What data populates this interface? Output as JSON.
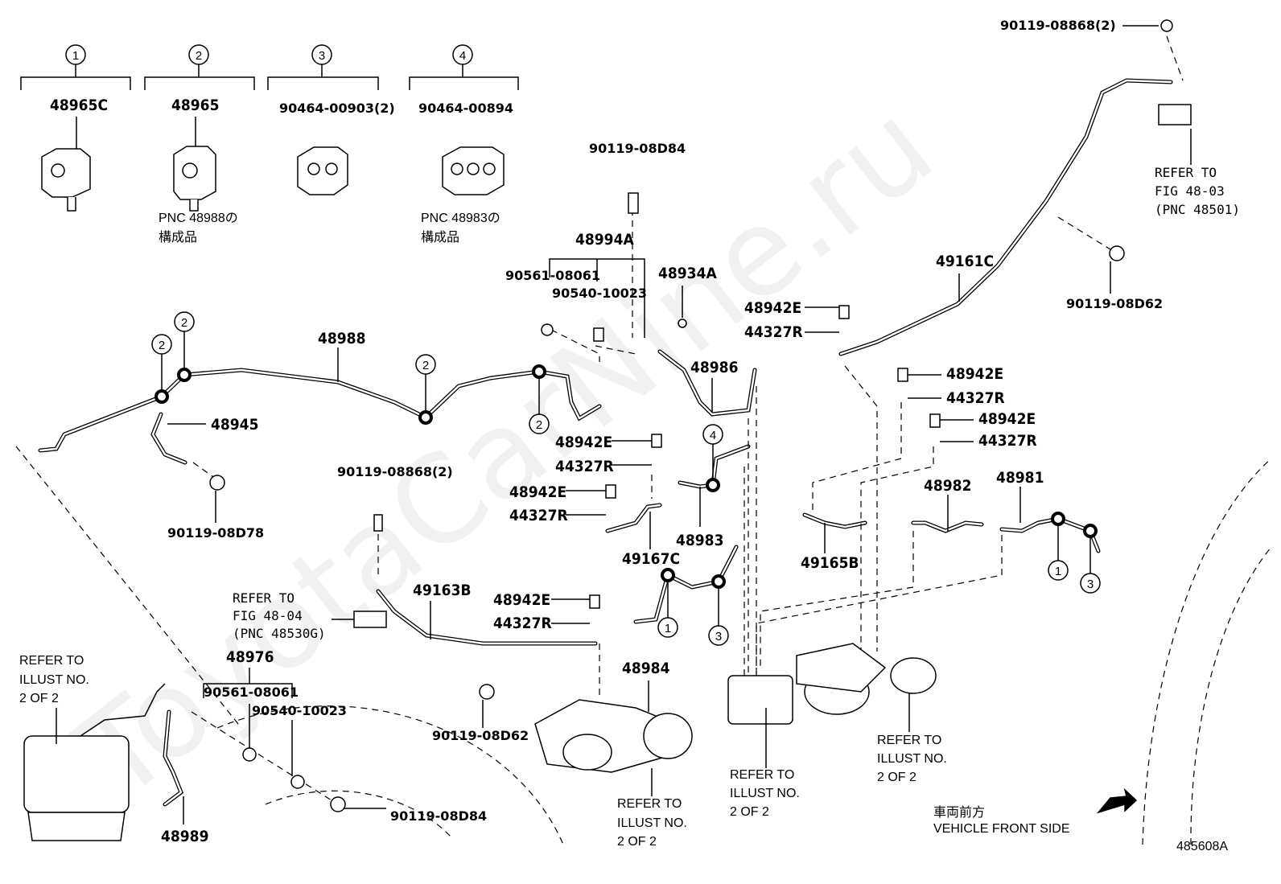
{
  "watermark": "ToyotaCarNine.ru",
  "header_callouts": [
    "1",
    "2",
    "3",
    "4"
  ],
  "header_parts": [
    "48965C",
    "48965",
    "90464-00903(2)",
    "90464-00894"
  ],
  "header_notes": [
    "PNC 48988の",
    "構成品",
    "PNC 48983の",
    "構成品"
  ],
  "callouts": [
    "2",
    "2",
    "2",
    "2",
    "4",
    "1",
    "3",
    "1",
    "3"
  ],
  "labels": {
    "p_90119_08868_top": "90119-08868(2)",
    "refer_fig_48_03": [
      "REFER TO",
      "FIG 48-03",
      "(PNC 48501)"
    ],
    "p_90119_08D84_top": "90119-08D84",
    "p_48994A": "48994A",
    "p_90561_08061_top": "90561-08061",
    "p_90540_10023_top": "90540-10023",
    "p_48934A": "48934A",
    "p_48942E_a": "48942E",
    "p_44327R_a": "44327R",
    "p_49161C": "49161C",
    "p_90119_08D62_right": "90119-08D62",
    "p_48988": "48988",
    "p_48986": "48986",
    "p_48942E_b": "48942E",
    "p_44327R_b": "44327R",
    "p_48942E_c": "48942E",
    "p_44327R_c": "44327R",
    "p_48945": "48945",
    "p_48942E_d": "48942E",
    "p_44327R_d": "44327R",
    "p_48942E_e": "48942E",
    "p_44327R_e": "44327R",
    "p_48982": "48982",
    "p_48981": "48981",
    "p_90119_08868_mid": "90119-08868(2)",
    "p_90119_08D78": "90119-08D78",
    "p_48983": "48983",
    "p_49167C": "49167C",
    "p_49165B": "49165B",
    "refer_fig_48_04": [
      "REFER TO",
      "FIG 48-04",
      "(PNC 48530G)"
    ],
    "p_49163B": "49163B",
    "p_48942E_f": "48942E",
    "p_44327R_f": "44327R",
    "p_48976": "48976",
    "refer_illust_left": [
      "REFER TO",
      "ILLUST NO.",
      "2 OF 2"
    ],
    "p_90561_08061_bot": "90561-08061",
    "p_90540_10023_bot": "90540-10023",
    "p_48984": "48984",
    "p_90119_08D62_mid": "90119-08D62",
    "refer_illust_right": [
      "REFER TO",
      "ILLUST NO.",
      "2 OF 2"
    ],
    "refer_illust_center": [
      "REFER TO",
      "ILLUST NO.",
      "2 OF 2"
    ],
    "refer_illust_bottom": [
      "REFER TO",
      "ILLUST NO.",
      "2 OF 2"
    ],
    "p_90119_08D84_bot": "90119-08D84",
    "p_48989": "48989",
    "vehicle_front_jp": "車両前方",
    "vehicle_front_en": "VEHICLE FRONT SIDE",
    "illustration_id": "485608A"
  }
}
